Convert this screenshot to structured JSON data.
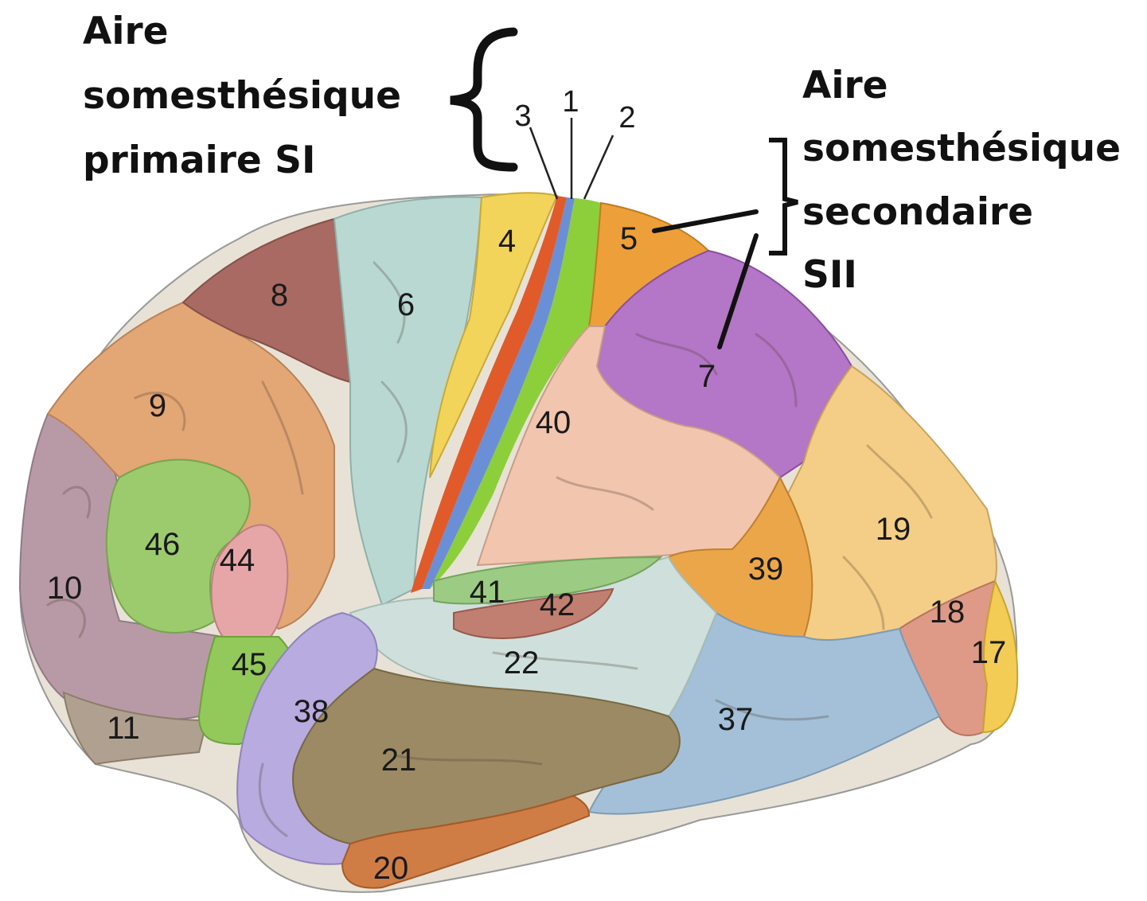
{
  "captions": {
    "primary_line1": "Aire",
    "primary_line2": "somesthésique",
    "primary_line3": "primaire SI",
    "secondary_line1": "Aire",
    "secondary_line2": "somesthésique",
    "secondary_line3": "secondaire",
    "secondary_line4": "SII"
  },
  "areas": {
    "a1": "1",
    "a2": "2",
    "a3": "3",
    "a4": "4",
    "a5": "5",
    "a6": "6",
    "a7": "7",
    "a8": "8",
    "a9": "9",
    "a10": "10",
    "a11": "11",
    "a17": "17",
    "a18": "18",
    "a19": "19",
    "a20": "20",
    "a21": "21",
    "a22": "22",
    "a37": "37",
    "a38": "38",
    "a39": "39",
    "a40": "40",
    "a41": "41",
    "a42": "42",
    "a44": "44",
    "a45": "45",
    "a46": "46"
  },
  "colors": {
    "area1_strip": "#6b8fd6",
    "area2_strip": "#8ccf3a",
    "area3_strip": "#e05a2a",
    "area4": "#f3d45a",
    "area5": "#eda03a",
    "area6": "#b9d8d2",
    "area7": "#b476c6",
    "area8": "#a86a62",
    "area9": "#e3a675",
    "area10": "#b89aa6",
    "area11": "#b0a090",
    "area17": "#f3cc55",
    "area18": "#de9a86",
    "area19": "#f4ce86",
    "area20": "#cf7d45",
    "area21": "#9c8a64",
    "area22": "#cfe0dc",
    "area37": "#a3c0d8",
    "area38": "#b7abe0",
    "area39": "#eca64a",
    "area40": "#f2c5ae",
    "area41": "#9ccb83",
    "area42": "#c07f70",
    "area44": "#e6a6a8",
    "area45": "#92c95a",
    "area46": "#9ccb6e"
  }
}
